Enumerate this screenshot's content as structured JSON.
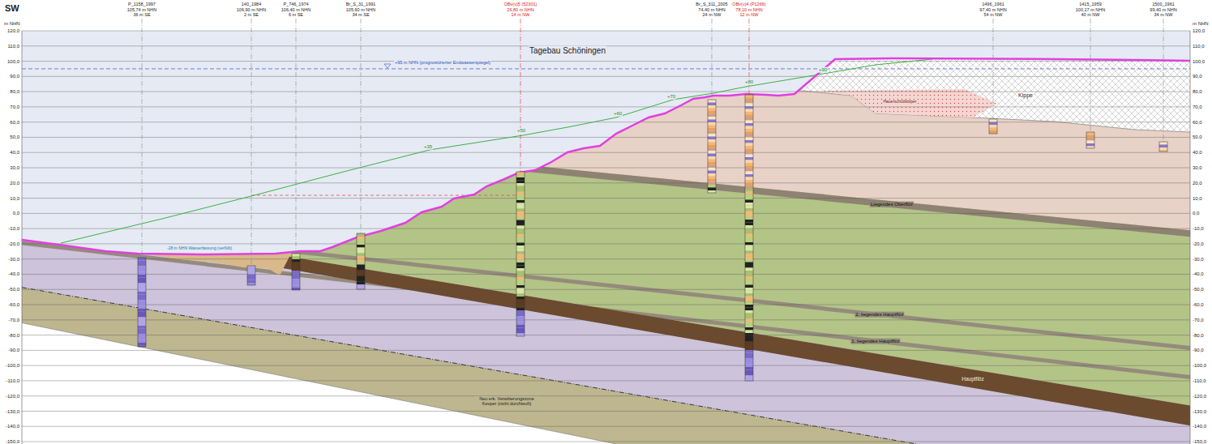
{
  "diagram": {
    "labels": [
      "SW",
      "m NHN",
      "m NHN",
      "120,0",
      "110,0",
      "100,0",
      "90,0",
      "80,0",
      "70,0",
      "60,0",
      "50,0",
      "40,0",
      "30,0",
      "20,0",
      "10,0",
      "0,0",
      "-10,0",
      "-20,0",
      "-30,0",
      "-40,0",
      "-50,0",
      "-60,0",
      "-70,0",
      "-80,0",
      "-90,0",
      "-100,0",
      "-110,0",
      "-120,0",
      "-130,0",
      "-140,0",
      "-150,0",
      "120,0",
      "110,0",
      "100,0",
      "90,0",
      "80,0",
      "70,0",
      "60,0",
      "50,0",
      "40,0",
      "30,0",
      "20,0",
      "10,0",
      "0,0",
      "-10,0",
      "-20,0",
      "-30,0",
      "-40,0",
      "-50,0",
      "-60,0",
      "-70,0",
      "-80,0",
      "-90,0",
      "-100,0",
      "-110,0",
      "-120,0",
      "-130,0",
      "-140,0",
      "-150,0",
      "P_1158_1997",
      "105,74 m NHN",
      "36 m SE",
      "140_1984",
      "106,90 m NHN",
      "2 m SE",
      "P_746_1974",
      "106,40 m NHN",
      "6 m SE",
      "Br_S_31_1991",
      "105,60 m NHN",
      "34 m SE",
      "OBv(v)5 (52301)",
      "26,80 m NHN",
      "14 m NW",
      "Br_S_311_2005",
      "74,40 m NHN",
      "24 m NW",
      "OBv(v)4 (P1266)",
      "78,10 m NHN",
      "12 m NW",
      "1496_1961",
      "97,40 m NHN",
      "54 m NW",
      "1415_1959",
      "100,17 m NHN",
      "40 m NW",
      "1500_1961",
      "99,40 m NHN",
      "34 m NW",
      "Tagebau Schöningen",
      "+95 m NHN (prognostizierter Endwasserspiegel)",
      "-28 m NHN Wasserfassung (verfüllt)",
      "+35",
      "+50",
      "+60",
      "+70",
      "+80",
      "+90",
      "Kippe",
      "Hauerschüttkörper",
      "Liegendes Oberflöz",
      "2. liegendes Hauptflöz",
      "1. liegendes Hauptflöz",
      "Hauptflöz",
      "Neu erk. Verwitterungszone Keuper (nicht durchteuft)"
    ]
  }
}
